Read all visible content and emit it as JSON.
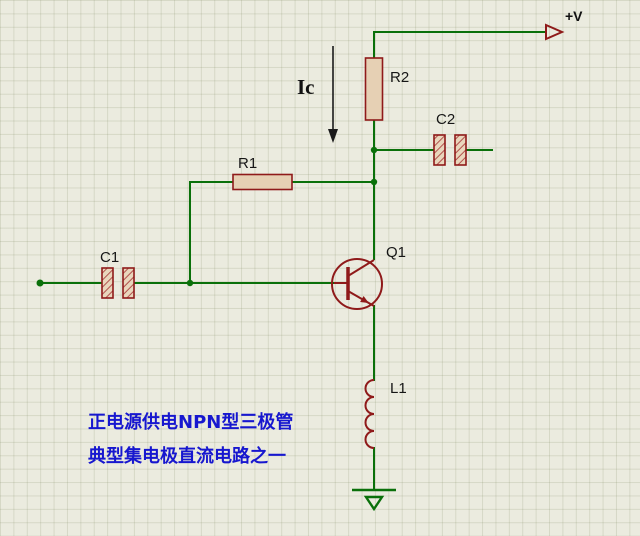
{
  "colors": {
    "background": "#ebebdf",
    "grid": "#d6d6c2",
    "wire_green": "#0a700a",
    "component_red": "#8f1a1a",
    "component_fill": "#e6d0b4",
    "caption_blue": "#1717cf",
    "text_black": "#161616"
  },
  "labels": {
    "supply": "+V",
    "current": "Ic",
    "r1": "R1",
    "r2": "R2",
    "c1": "C1",
    "c2": "C2",
    "q1": "Q1",
    "l1": "L1"
  },
  "caption": {
    "line1": "正电源供电NPN型三极管",
    "line2": "典型集电极直流电路之一"
  }
}
